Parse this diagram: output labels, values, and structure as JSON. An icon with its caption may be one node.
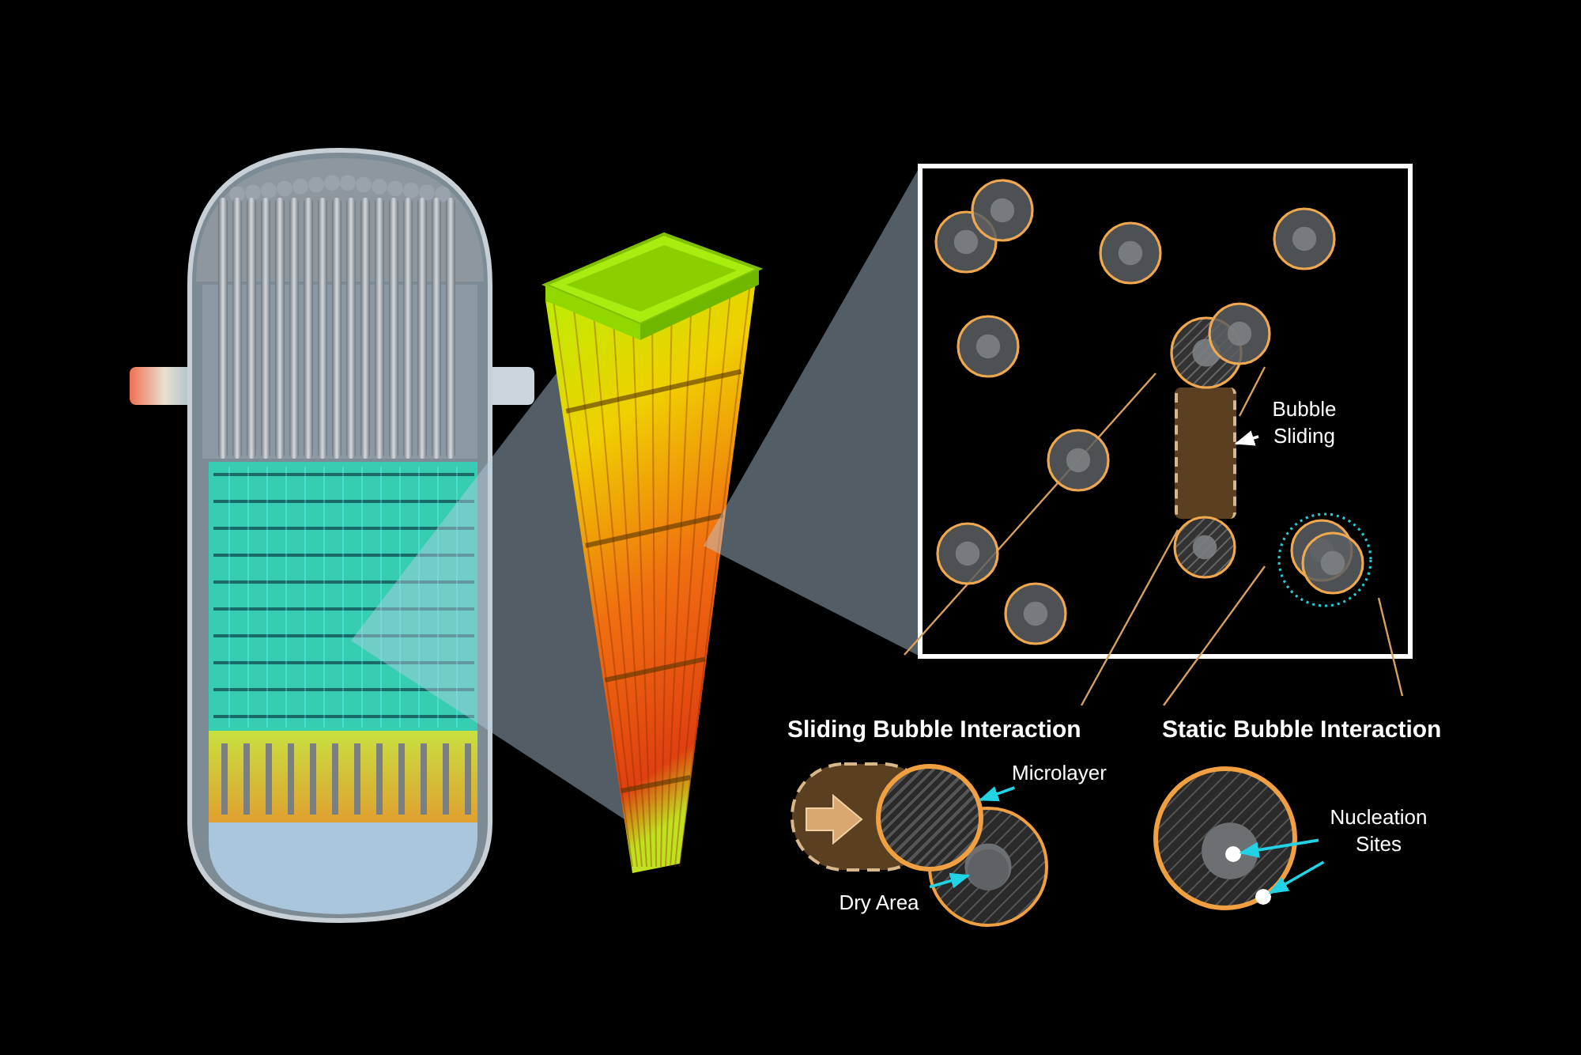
{
  "diagram": {
    "nodes": [
      {
        "text": [
          "Bubble Sliding"
        ]
      },
      {
        "text": [],
        "shape": "bar"
      },
      {
        "text": [
          "Microlayer"
        ]
      },
      {
        "text": [],
        "shape": "circle"
      },
      {
        "text": [
          "Dry Area"
        ]
      },
      {
        "text": [],
        "shape": "circle"
      },
      {
        "text": [
          "Nucleation Sites"
        ]
      },
      {
        "text": [],
        "shape": "circle"
      },
      {
        "text": [],
        "shape": "circle"
      }
    ],
    "edges": [
      {
        "from": 0,
        "to": 1,
        "arrow": "to",
        "color": "#ffffff"
      },
      {
        "from": 2,
        "to": 3,
        "arrow": "to"
      },
      {
        "from": 4,
        "to": 5,
        "arrow": "to"
      },
      {
        "from": 6,
        "to": 7,
        "arrow": "to"
      },
      {
        "from": 6,
        "to": 8,
        "arrow": "to"
      }
    ],
    "labels": [
      "Sliding Bubble Interaction",
      "Static Bubble Interaction"
    ]
  }
}
